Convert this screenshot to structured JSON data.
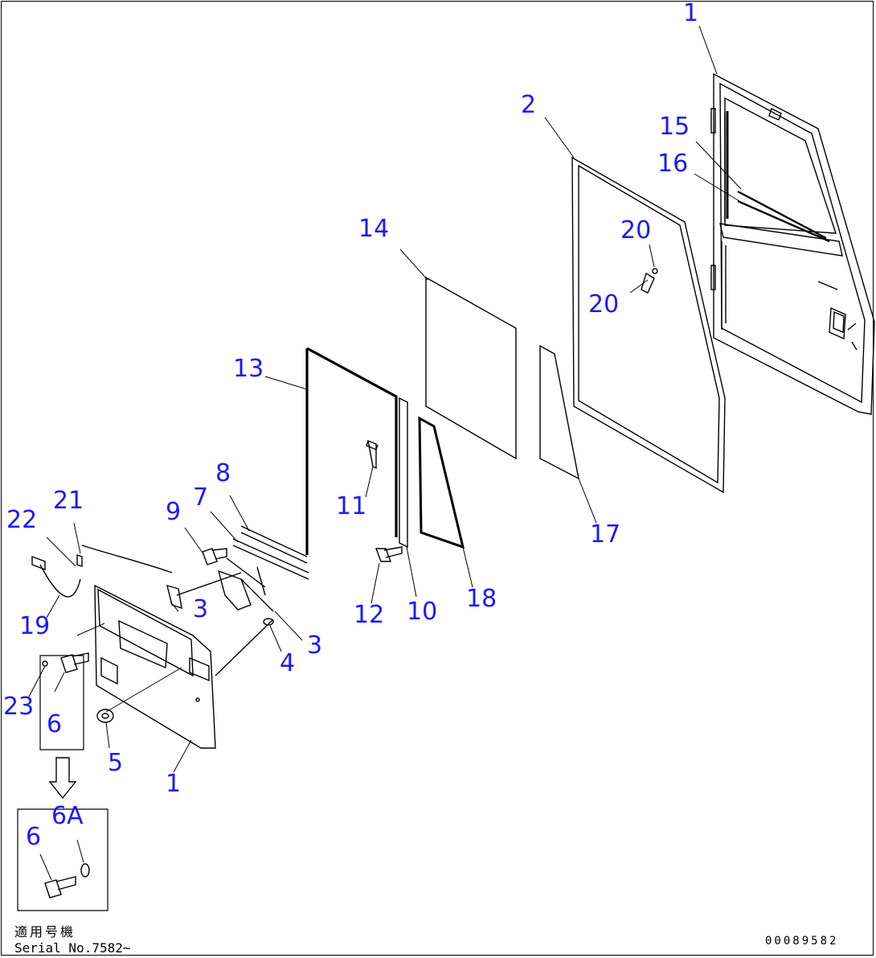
{
  "callouts": [
    {
      "id": "c1a",
      "text": "1"
    },
    {
      "id": "c2",
      "text": "2"
    },
    {
      "id": "c15",
      "text": "15"
    },
    {
      "id": "c16",
      "text": "16"
    },
    {
      "id": "c20a",
      "text": "20"
    },
    {
      "id": "c20b",
      "text": "20"
    },
    {
      "id": "c14",
      "text": "14"
    },
    {
      "id": "c13",
      "text": "13"
    },
    {
      "id": "c11",
      "text": "11"
    },
    {
      "id": "c17",
      "text": "17"
    },
    {
      "id": "c8",
      "text": "8"
    },
    {
      "id": "c7",
      "text": "7"
    },
    {
      "id": "c9",
      "text": "9"
    },
    {
      "id": "c21",
      "text": "21"
    },
    {
      "id": "c22",
      "text": "22"
    },
    {
      "id": "c3a",
      "text": "3"
    },
    {
      "id": "c3b",
      "text": "3"
    },
    {
      "id": "c12",
      "text": "12"
    },
    {
      "id": "c10",
      "text": "10"
    },
    {
      "id": "c18",
      "text": "18"
    },
    {
      "id": "c19",
      "text": "19"
    },
    {
      "id": "c4",
      "text": "4"
    },
    {
      "id": "c23",
      "text": "23"
    },
    {
      "id": "c6a",
      "text": "6"
    },
    {
      "id": "c5",
      "text": "5"
    },
    {
      "id": "c1b",
      "text": "1"
    },
    {
      "id": "c6A",
      "text": "6A"
    },
    {
      "id": "c6b",
      "text": "6"
    }
  ],
  "footer": {
    "applicable_label": "適用号機",
    "serial": "Serial No.7582∼",
    "drawing_code": "00089582"
  },
  "colors": {
    "callout": "#1a1aff",
    "line": "#000000",
    "background": "#ffffff"
  }
}
